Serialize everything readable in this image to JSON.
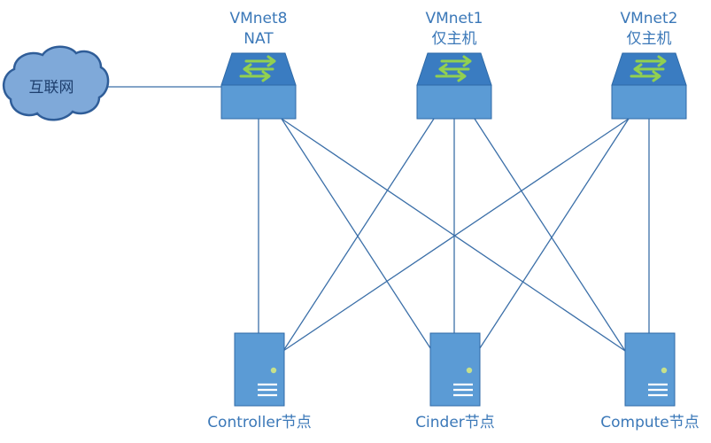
{
  "internet": {
    "label": "互联网"
  },
  "switches": [
    {
      "id": "vmnet8",
      "name": "VMnet8",
      "mode": "NAT"
    },
    {
      "id": "vmnet1",
      "name": "VMnet1",
      "mode": "仅主机"
    },
    {
      "id": "vmnet2",
      "name": "VMnet2",
      "mode": "仅主机"
    }
  ],
  "nodes": [
    {
      "id": "controller",
      "label": "Controller节点"
    },
    {
      "id": "cinder",
      "label": "Cinder节点"
    },
    {
      "id": "compute",
      "label": "Compute节点"
    }
  ],
  "links": [
    {
      "from": "vmnet8",
      "to": "controller"
    },
    {
      "from": "vmnet8",
      "to": "cinder"
    },
    {
      "from": "vmnet8",
      "to": "compute"
    },
    {
      "from": "vmnet1",
      "to": "controller"
    },
    {
      "from": "vmnet1",
      "to": "cinder"
    },
    {
      "from": "vmnet1",
      "to": "compute"
    },
    {
      "from": "vmnet2",
      "to": "controller"
    },
    {
      "from": "vmnet2",
      "to": "cinder"
    },
    {
      "from": "vmnet2",
      "to": "compute"
    },
    {
      "from": "internet",
      "to": "vmnet8"
    }
  ],
  "colors": {
    "device_fill": "#5b9bd5",
    "device_top": "#3a7cc1",
    "device_stroke": "#2f6aa7",
    "cloud_fill": "#7fa9d9",
    "cloud_stroke": "#2f5d98",
    "link": "#3b6fa8",
    "arrow": "#92d050",
    "led": "#c6e08b",
    "label": "#3b78b8"
  }
}
